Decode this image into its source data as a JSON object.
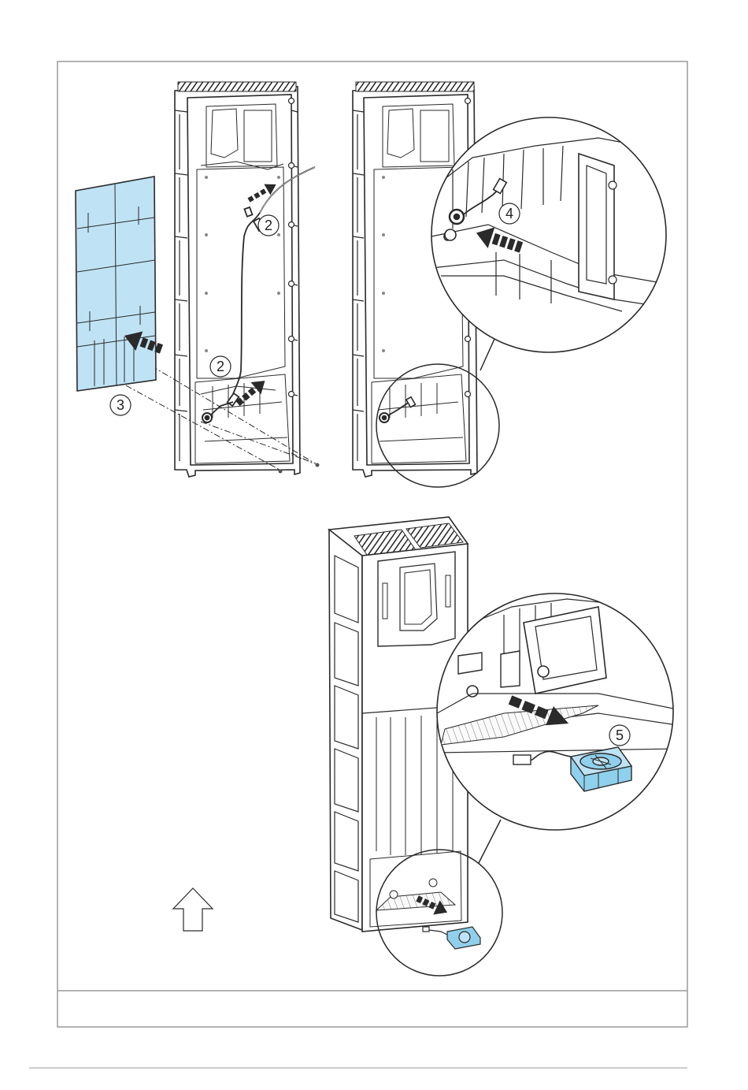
{
  "steps": [
    "2",
    "2",
    "3",
    "4",
    "5"
  ],
  "colors": {
    "line": "#2a2a2a",
    "grey_line": "#9a9a9a",
    "panel_blue": "#bfe3f4",
    "fan_blue": "#8fd0ec",
    "hatch": "#555555"
  },
  "icons": {
    "up_arrow": "up-arrow-icon",
    "push_arrow": "dashed-arrow-icon"
  }
}
